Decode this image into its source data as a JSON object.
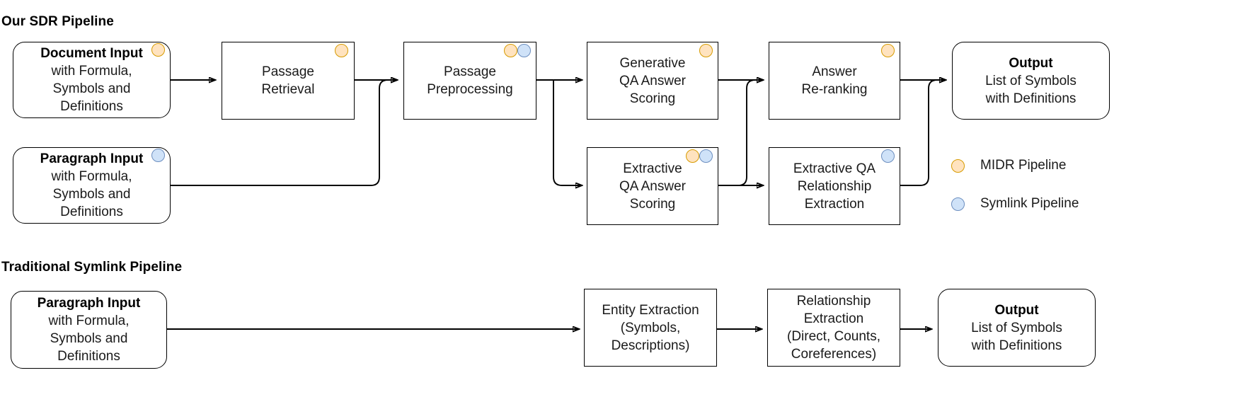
{
  "sections": {
    "top": {
      "title": "Our SDR Pipeline"
    },
    "bottom": {
      "title": "Traditional Symlink Pipeline"
    }
  },
  "nodes": {
    "document_input": {
      "line1": "Document Input",
      "line2": "with Formula,",
      "line3": "Symbols and",
      "line4": "Definitions"
    },
    "paragraph_input": {
      "line1": "Paragraph Input",
      "line2": "with Formula,",
      "line3": "Symbols and",
      "line4": "Definitions"
    },
    "passage_retrieval": {
      "line1": "Passage",
      "line2": "Retrieval"
    },
    "passage_preprocessing": {
      "line1": "Passage",
      "line2": "Preprocessing"
    },
    "generative_qa": {
      "line1": "Generative",
      "line2": "QA Answer",
      "line3": "Scoring"
    },
    "extractive_qa": {
      "line1": "Extractive",
      "line2": "QA Answer",
      "line3": "Scoring"
    },
    "answer_reranking": {
      "line1": "Answer",
      "line2": "Re-ranking"
    },
    "extractive_rel": {
      "line1": "Extractive QA",
      "line2": "Relationship",
      "line3": "Extraction"
    },
    "output_top": {
      "line1": "Output",
      "line2": "List of Symbols",
      "line3": "with Definitions"
    },
    "paragraph_input_bottom": {
      "line1": "Paragraph Input",
      "line2": "with Formula,",
      "line3": "Symbols and",
      "line4": "Definitions"
    },
    "entity_extraction": {
      "line1": "Entity Extraction",
      "line2": "(Symbols,",
      "line3": "Descriptions)"
    },
    "relationship_extraction": {
      "line1": "Relationship",
      "line2": "Extraction",
      "line3": "(Direct, Counts,",
      "line4": "Coreferences)"
    },
    "output_bottom": {
      "line1": "Output",
      "line2": "List of Symbols",
      "line3": "with Definitions"
    }
  },
  "legend": {
    "midr": {
      "label": "MIDR Pipeline",
      "color": "#ffe3bf",
      "border": "#d79b00"
    },
    "symlink": {
      "label": "Symlink Pipeline",
      "color": "#cfe2f8",
      "border": "#6c8ebf"
    }
  }
}
